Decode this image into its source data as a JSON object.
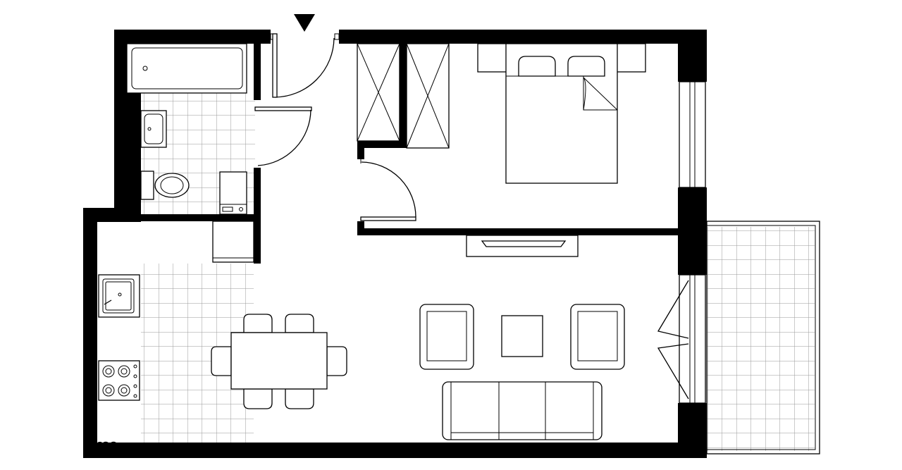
{
  "watermark": {
    "text": "am"
  },
  "plan": {
    "entrance_marker": "down-triangle-icon",
    "rooms": [
      "bathroom",
      "hallway",
      "bedroom",
      "kitchen",
      "living-room",
      "balcony"
    ]
  },
  "colors": {
    "wall": "#000000",
    "tile_grid": "#9a9a9a",
    "background": "#ffffff"
  }
}
